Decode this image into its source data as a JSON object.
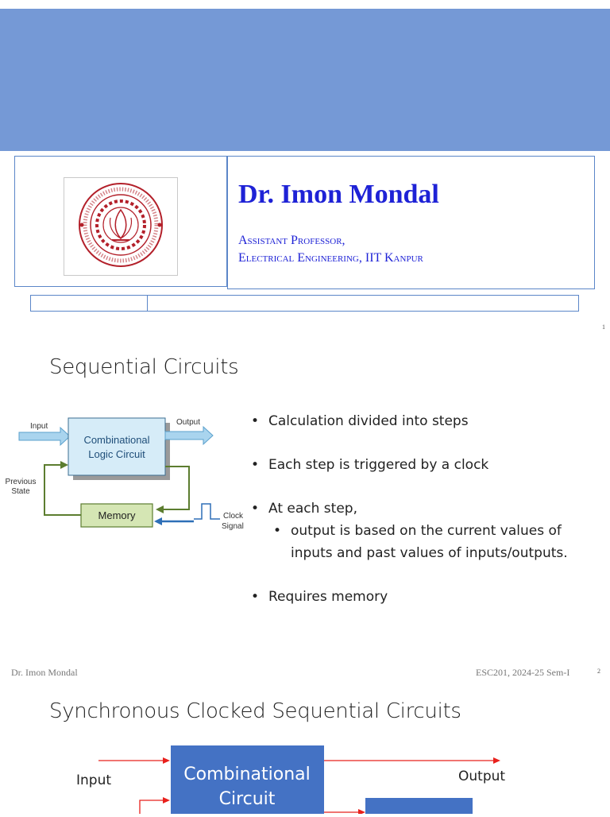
{
  "slide1": {
    "name": "Dr. Imon Mondal",
    "role_line1": "Assistant Professor,",
    "role_line2": "Electrical Engineering, IIT Kanpur",
    "page_number": "1",
    "colors": {
      "band": "#7599d6",
      "frame": "#5b86c8",
      "name_text": "#1e22d6",
      "seal": "#b3202a"
    }
  },
  "slide2": {
    "title": "Sequential Circuits",
    "diagram": {
      "input_label": "Input",
      "output_label": "Output",
      "comb_line1": "Combinational",
      "comb_line2": "Logic Circuit",
      "memory_label": "Memory",
      "prev_state_line1": "Previous",
      "prev_state_line2": "State",
      "clock_line1": "Clock",
      "clock_line2": "Signal"
    },
    "bullets": [
      "Calculation divided into steps",
      "Each step is triggered by a clock",
      "At each step,",
      "output is based on the current values of",
      "inputs and past values of inputs/outputs.",
      "Requires memory"
    ],
    "bullet_glyph": "•",
    "footer_left": "Dr. Imon Mondal",
    "footer_right": "ESC201, 2024-25 Sem-I",
    "page_number": "2"
  },
  "slide3": {
    "title": "Synchronous Clocked Sequential Circuits",
    "diagram": {
      "input_label": "Input",
      "output_label": "Output",
      "comb_line1": "Combinational",
      "comb_line2": "Circuit"
    },
    "colors": {
      "block": "#4472c4",
      "arrow": "#e8201c"
    }
  }
}
